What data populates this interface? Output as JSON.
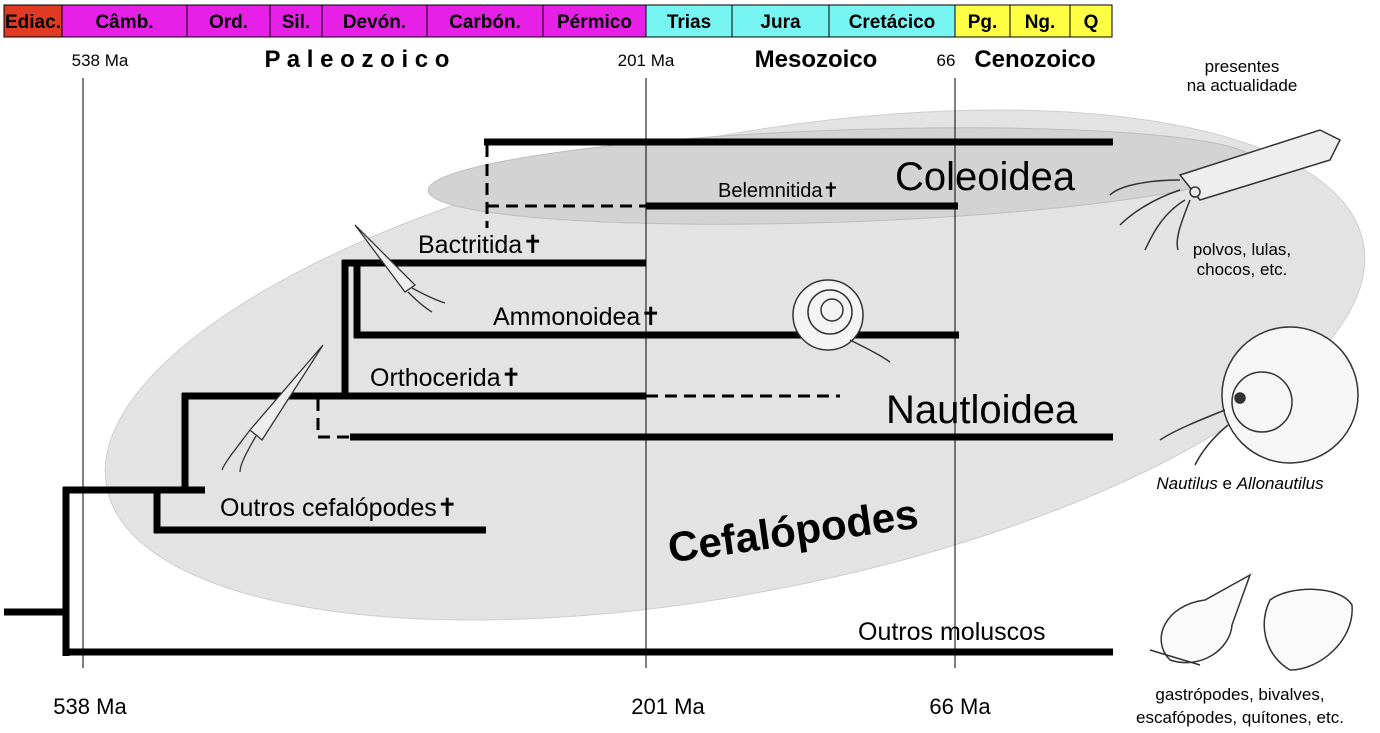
{
  "periods": [
    {
      "label": "Ediac.",
      "color": "#e03a22"
    },
    {
      "label": "Câmb.",
      "color": "#e620e6"
    },
    {
      "label": "Ord.",
      "color": "#e620e6"
    },
    {
      "label": "Sil.",
      "color": "#e620e6"
    },
    {
      "label": "Devón.",
      "color": "#e620e6"
    },
    {
      "label": "Carbón.",
      "color": "#e620e6"
    },
    {
      "label": "Pérmico",
      "color": "#e620e6"
    },
    {
      "label": "Trias",
      "color": "#77f5f2"
    },
    {
      "label": "Jura",
      "color": "#77f5f2"
    },
    {
      "label": "Cretácico",
      "color": "#77f5f2"
    },
    {
      "label": "Pg.",
      "color": "#ffff44"
    },
    {
      "label": "Ng.",
      "color": "#ffff44"
    },
    {
      "label": "Q",
      "color": "#ffff44"
    }
  ],
  "eras": {
    "paleozoic": "P a l e o z o i c o",
    "mesozoic": "Mesozoico",
    "cenozoic": "Cenozoico"
  },
  "top_ticks": {
    "t538": "538 Ma",
    "t201": "201 Ma",
    "t66": "66"
  },
  "bottom_ticks": {
    "t538": "538 Ma",
    "t201": "201 Ma",
    "t66": "66 Ma"
  },
  "present_label": [
    "presentes",
    "na actualidade"
  ],
  "groups": {
    "coleoidea": "Coleoidea",
    "nautiloidea": "Nautloidea",
    "cephalopods": "Cefalópodes"
  },
  "taxa": {
    "belemnitida": "Belemnitida✝",
    "bactritida": "Bactritida✝",
    "ammonoidea": "Ammonoidea✝",
    "orthocerida": "Orthocerida✝",
    "other_cephalopods": "Outros cefalópodes✝",
    "other_molluscs": "Outros moluscos"
  },
  "captions": {
    "coleoidea": [
      "polvos, lulas,",
      "chocos, etc."
    ],
    "nautilus_a": "Nautilus",
    "nautilus_and": " e ",
    "nautilus_b": "Allonautilus",
    "molluscs": [
      "gastrópodes, bivalves,",
      "escafópodes, quítones, etc."
    ]
  }
}
